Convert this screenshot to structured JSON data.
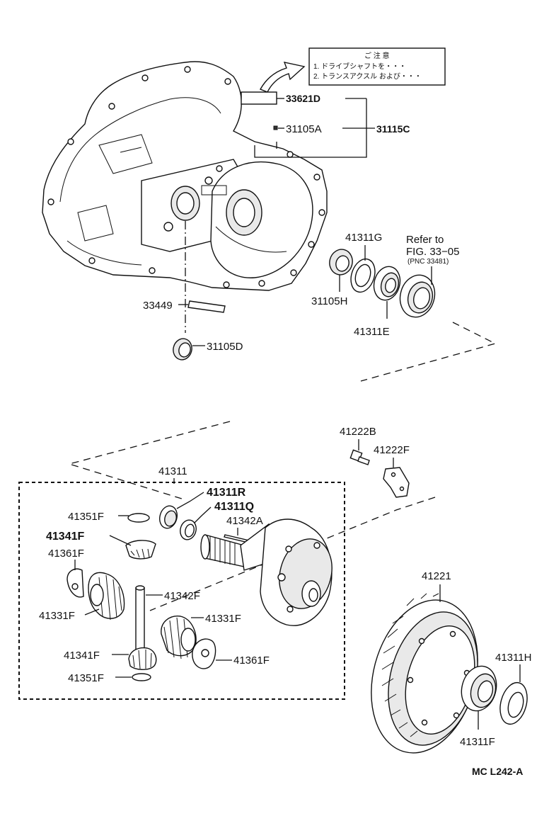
{
  "caution_label": {
    "title": "ご 注 意",
    "line1": "1. ドライブシャフトを・・・",
    "line2": "2. トランスアクスル および・・・"
  },
  "housing_parts": {
    "p33621D": "33621D",
    "p31105A": "31105A",
    "p31115C": "31115C",
    "p41311G": "41311G",
    "p31105H": "31105H",
    "p41311E": "41311E",
    "p33449": "33449",
    "p31105D": "31105D"
  },
  "reference": {
    "refer_to": "Refer to",
    "fig": "FIG. 33−05",
    "pnc": "(PNC 33481)"
  },
  "differential_parts": {
    "p41222B": "41222B",
    "p41222F": "41222F",
    "p41311": "41311",
    "p41311R": "41311R",
    "p41311Q": "41311Q",
    "p41342A": "41342A",
    "p41351F_top": "41351F",
    "p41341F_top": "41341F",
    "p41361F_left": "41361F",
    "p41342F": "41342F",
    "p41331F_left": "41331F",
    "p41331F_right": "41331F",
    "p41341F_bottom": "41341F",
    "p41361F_right": "41361F",
    "p41351F_bottom": "41351F",
    "p41221": "41221",
    "p41311H": "41311H",
    "p41311F": "41311F"
  },
  "figure_code": "MC L242-A"
}
